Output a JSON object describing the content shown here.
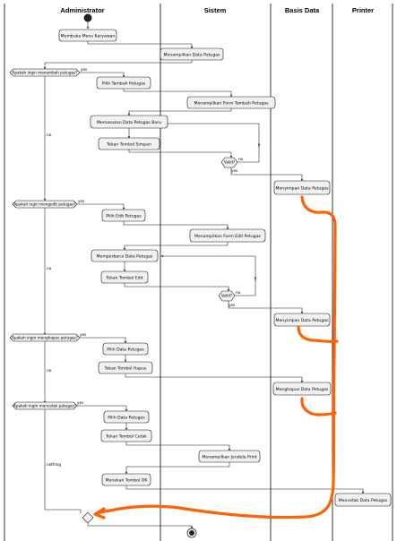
{
  "lanes": {
    "administrator": "Administrator",
    "sistem": "Sistem",
    "basis_data": "Basis Data",
    "printer": "Printer"
  },
  "activities": {
    "a1": "Membuka Menu Karyawan",
    "a2": "Menampilkan Data Petugas",
    "a3": "Pilih Tambah Petugas",
    "a4": "Menampilkan Form Tambah Petugas",
    "a5": "Memasukan Data Petugas Baru",
    "a6": "Tekan Tombol Simpan",
    "a7": "Menyimpan Data Petugas",
    "a8": "Pilih Edit Petugas",
    "a9": "Menampilkan Form Edit Petugas",
    "a10": "Memperbarui Data Petugas",
    "a11": "Tekan Tombol Edit",
    "a12": "Menyimpan Data Petugas",
    "a13": "Pilih Data Petugas",
    "a14": "Tekan Tombol Hapus",
    "a15": "Menghapus Data Petugas",
    "a16": "Pilih Data Petugas",
    "a17": "Tekan Tombol Cetak",
    "a18": "Menampilkan Jendela Print",
    "a19": "Menekan Tombol OK",
    "a20": "Mencetak Data Petugas"
  },
  "conditions": {
    "c1": "Apakah ingin menambah petugas?",
    "c2": "Apakah ingin mengedit petugas?",
    "c3": "Apakah ingin menghapus petugas?",
    "c4": "Apakah ingin mencetak petugas?",
    "valid1": "Valid?",
    "valid2": "Valid?"
  },
  "edge_labels": {
    "yes": "yes",
    "no": "no",
    "nothing": "nothing"
  }
}
